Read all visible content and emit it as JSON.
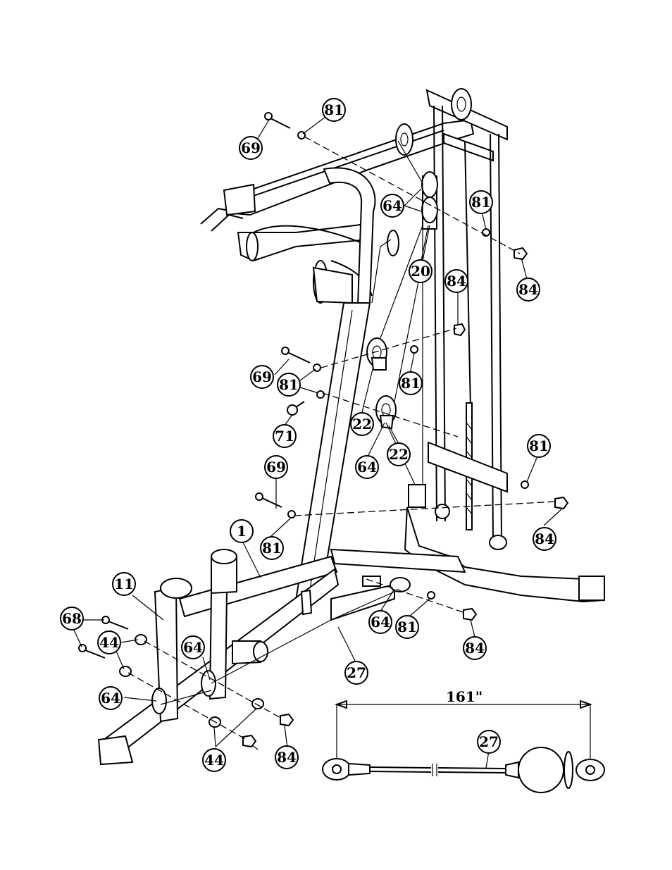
{
  "dimension": {
    "label": "161\""
  },
  "callouts": [
    {
      "id": "81a",
      "text": "81"
    },
    {
      "id": "69a",
      "text": "69"
    },
    {
      "id": "64a",
      "text": "64"
    },
    {
      "id": "81b",
      "text": "81"
    },
    {
      "id": "20",
      "text": "20"
    },
    {
      "id": "84a",
      "text": "84"
    },
    {
      "id": "84b",
      "text": "84"
    },
    {
      "id": "69b",
      "text": "69"
    },
    {
      "id": "81c",
      "text": "81"
    },
    {
      "id": "81d",
      "text": "81"
    },
    {
      "id": "71",
      "text": "71"
    },
    {
      "id": "22a",
      "text": "22"
    },
    {
      "id": "22b",
      "text": "22"
    },
    {
      "id": "64b",
      "text": "64"
    },
    {
      "id": "69c",
      "text": "69"
    },
    {
      "id": "81e",
      "text": "81"
    },
    {
      "id": "1",
      "text": "1"
    },
    {
      "id": "84c",
      "text": "84"
    },
    {
      "id": "81f",
      "text": "81"
    },
    {
      "id": "11",
      "text": "11"
    },
    {
      "id": "68",
      "text": "68"
    },
    {
      "id": "44a",
      "text": "44"
    },
    {
      "id": "64c",
      "text": "64"
    },
    {
      "id": "64d",
      "text": "64"
    },
    {
      "id": "81g",
      "text": "81"
    },
    {
      "id": "84d",
      "text": "84"
    },
    {
      "id": "27a",
      "text": "27"
    },
    {
      "id": "64e",
      "text": "64"
    },
    {
      "id": "44b",
      "text": "44"
    },
    {
      "id": "84e",
      "text": "84"
    },
    {
      "id": "27b",
      "text": "27"
    }
  ]
}
